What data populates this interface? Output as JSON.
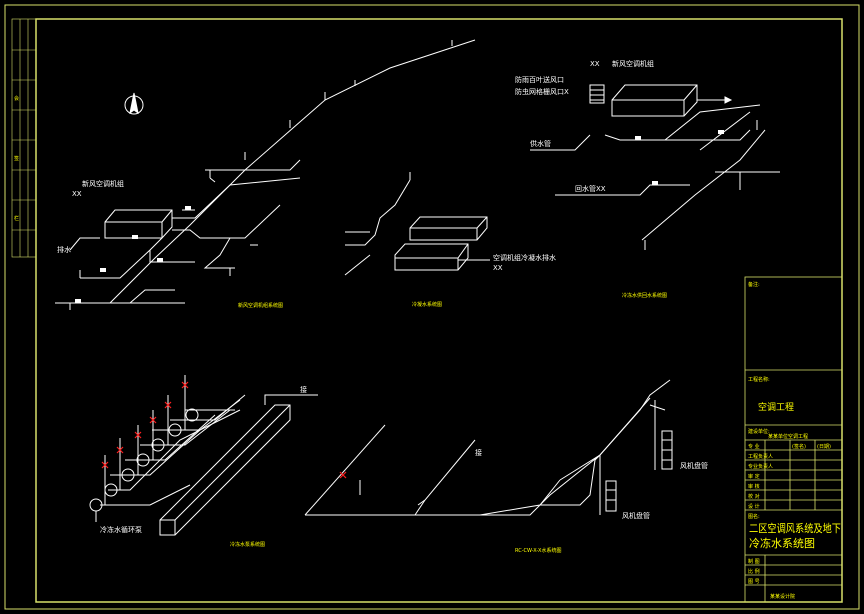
{
  "colors": {
    "background": "#000000",
    "frame": "#d8e06a",
    "linework": "#ffffff",
    "caption": "#ffff00",
    "valve_red": "#ff2020",
    "titleblock": "#ffff00"
  },
  "north_symbol": "north-arrow-icon",
  "labels": {
    "fresh_air_unit_1": "新风空调机组",
    "fresh_air_unit_2": "新风空调机组",
    "xx_1": "XX",
    "xx_2": "XX",
    "xx_3": "XX",
    "louver": "防雨百叶送风口",
    "louver_sub": "防虫网格栅风口X",
    "supply_pipe": "供水管",
    "return_pipe": "回水管XX",
    "tag_1": "排水",
    "ahu_note": "空调机组冷凝水排水",
    "up_1": "接",
    "up_2": "接",
    "chiller_pump": "冷冻水循环泵",
    "annot_1": "风机盘管",
    "annot_2": "风机盘管"
  },
  "captions": {
    "c1": "新风空调机组系统图",
    "c2": "冷凝水系统图",
    "c3": "冷冻水供回水系统图",
    "c4": "冷冻水泵系统图",
    "c5": "RC-CW-X-X水系统图"
  },
  "title_block": {
    "remarks_label": "备注:",
    "project_label": "工程名称:",
    "project_name": "空调工程",
    "unit_label": "建设单位:",
    "unit_value": "某某单位空调工程",
    "row_labels": [
      "专 业",
      "工程负责人",
      "专业负责人",
      "审 定",
      "审 核",
      "校 对",
      "设 计",
      "制 图"
    ],
    "col_labels": [
      "(签名)",
      "(日期)"
    ],
    "drawing_label": "图名:",
    "drawing_title_1": "二区空调风系统及地下",
    "drawing_title_2": "冷冻水系统图",
    "footer_1": "比 例",
    "footer_2": "图 号",
    "footer_3": "某某设计院"
  },
  "side_strip": {
    "items": [
      "会",
      "签",
      "栏"
    ]
  }
}
